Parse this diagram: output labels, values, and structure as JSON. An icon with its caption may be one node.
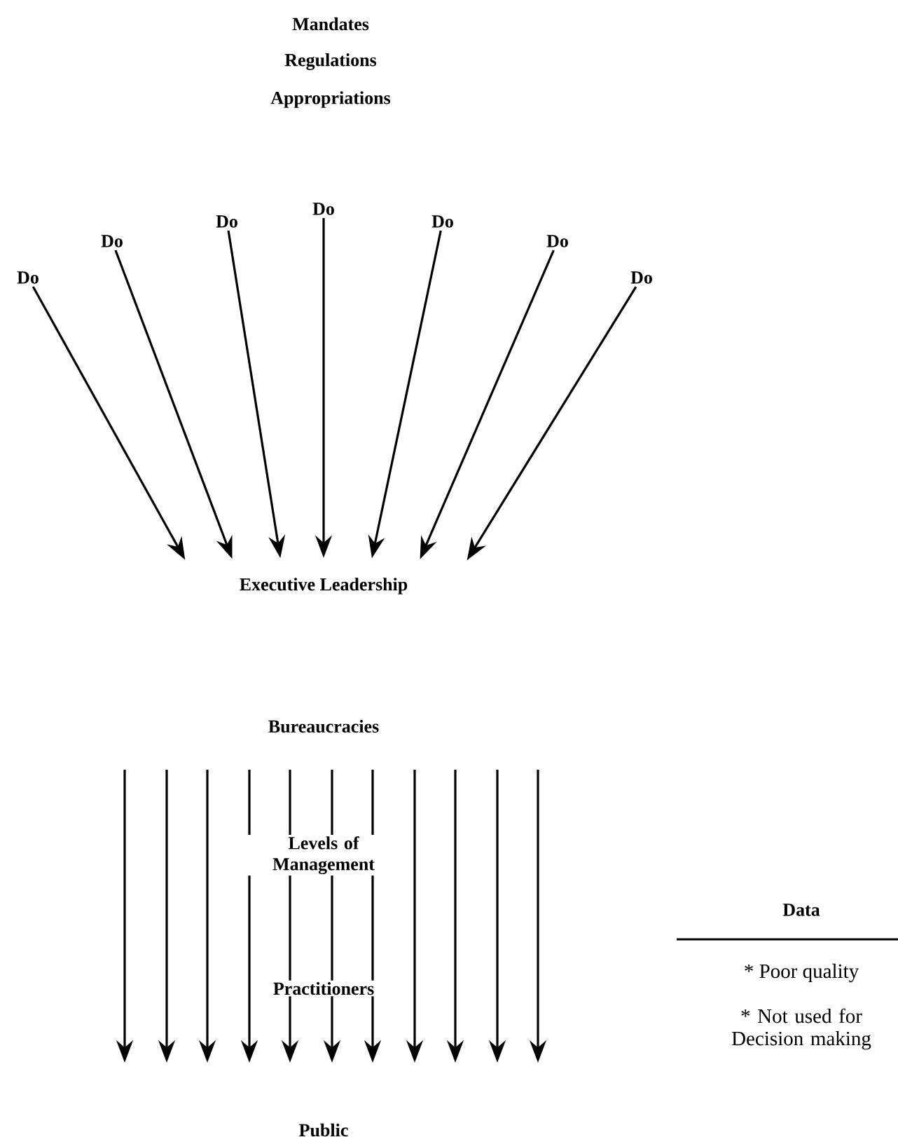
{
  "diagram": {
    "nodes": [
      {
        "text": [
          "Do"
        ]
      },
      {
        "text": [
          "Do"
        ]
      },
      {
        "text": [
          "Do"
        ]
      },
      {
        "text": [
          "Do"
        ]
      },
      {
        "text": [
          "Do"
        ]
      },
      {
        "text": [
          "Do"
        ]
      },
      {
        "text": [
          "Do"
        ]
      },
      {
        "text": [
          "Executive Leadership"
        ]
      },
      {
        "text": [
          "Bureaucracies"
        ]
      },
      {
        "text": [
          "Public"
        ]
      }
    ],
    "edges": [
      {
        "from": 0,
        "to": 7,
        "arrow": "to"
      },
      {
        "from": 1,
        "to": 7,
        "arrow": "to"
      },
      {
        "from": 2,
        "to": 7,
        "arrow": "to"
      },
      {
        "from": 3,
        "to": 7,
        "arrow": "to"
      },
      {
        "from": 4,
        "to": 7,
        "arrow": "to"
      },
      {
        "from": 5,
        "to": 7,
        "arrow": "to"
      },
      {
        "from": 6,
        "to": 7,
        "arrow": "to"
      }
    ],
    "labels": [
      "Mandates",
      "Regulations",
      "Appropriations",
      "Levels of Management",
      "Practitioners",
      "Data",
      "* Poor quality",
      "* Not used for Decision making"
    ]
  }
}
